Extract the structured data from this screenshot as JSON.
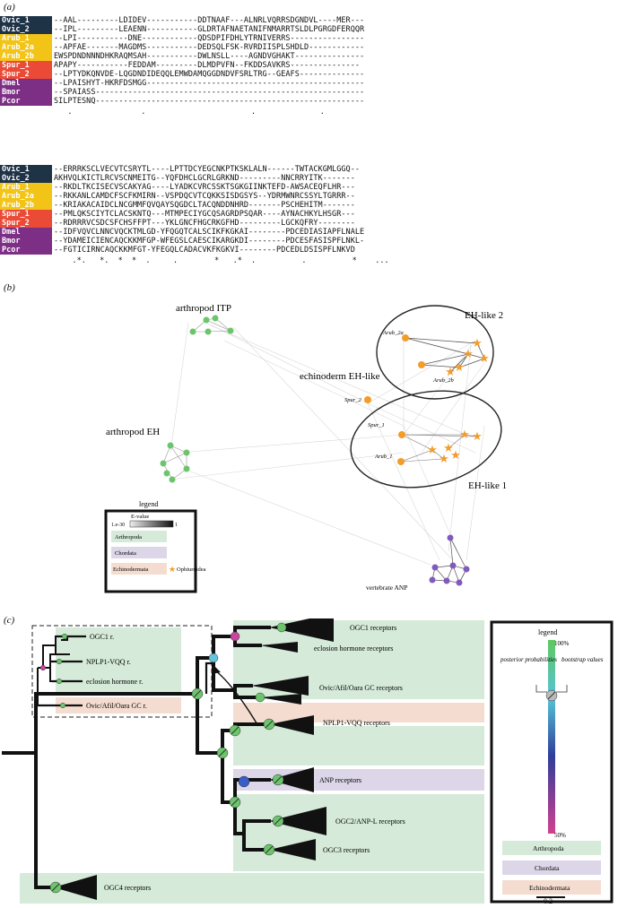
{
  "colors": {
    "darknavy": "#1f3347",
    "yellow": "#f2c417",
    "red": "#ea4a36",
    "purple": "#7d2f86",
    "arthropoda": "#d5ead8",
    "chordata": "#dcd6e8",
    "echinodermata": "#f4ddd0",
    "green_node": "#6cc56c",
    "orange_node": "#f39c2a",
    "violet_node": "#7f5bbf"
  },
  "panel_a": {
    "letter": "(a)",
    "species": [
      {
        "name": "Ovic_1",
        "group": "darknavy"
      },
      {
        "name": "Ovic_2",
        "group": "darknavy"
      },
      {
        "name": "Arub_1",
        "group": "yellow"
      },
      {
        "name": "Arub_2a",
        "group": "yellow"
      },
      {
        "name": "Arub_2b",
        "group": "yellow"
      },
      {
        "name": "Spur_1",
        "group": "red"
      },
      {
        "name": "Spur_2",
        "group": "red"
      },
      {
        "name": "Dmel",
        "group": "purple"
      },
      {
        "name": "Bmor",
        "group": "purple"
      },
      {
        "name": "Pcor",
        "group": "purple"
      }
    ],
    "block1": [
      "--AAL---------LDIDEV-----------DDTNAAF---ALNRLVQRRSDGNDVL----MER---",
      "--IPL---------LEAENN-----------GLDRTAFNAETANIFNMARRTSLDLPGRGDFERQQR",
      "--LPI-----------DNE------------QDSDPIFDHLYTRNIVERRS----------------",
      "--APFAE-------MAGDMS-----------DEDSQLFSK-RVRDIISPLSHDLD------------",
      "EWSPDNDNNNDHKRAQMSAH-----------DWLNSLL----AGNDVGHAKT---------------",
      "APAPY-----------FEDDAM---------DLMDPVFN--FKDDSAVKRS---------------",
      "--LPTYDKQNVDE-LQGDNDIDEQQLEMWDAMQGGDNDVFSRLTRG--GEAFS--------------",
      "--LPAISHYT-HKRFDSMGG-----------------------------------------------",
      "--SPAIASS----------------------------------------------------------",
      "SILPTESNQ----------------------------------------------------------"
    ],
    "cons1": "   .               .                       .              .         ",
    "block2": [
      "--ERRRKSCLVECVTCSRYTL----LPTTDCYEGCNKPTKSKLALN------TWTACKGMLGGQ--",
      "AKHVQLKICTLRCVSCNMEITG--YQFDHCLGCRLGRKND---------NNCRRYITK-------",
      "--RKDLTKCISECVSCAKYAG----LYADKCVRCSSKTSGKGIINKTEFD-AWSACEQFLHR---",
      "--RKKANLCAMDCFSCFKMIRN--VSPDQCVTCQKKSISDGSYS--YDRMWNRCSSYLTGRRR--",
      "--KRIAKACAIDCLNCGMMFQVQAYSQGDCLTACQNDDNHRD-------PSCHEHITM-------",
      "--PMLQKSCIYTCLACSKNTQ---MTMPECIYGCQSAGRDPSQAR----AYNACHKYLHSGR---",
      "--RDRRRVCSDCSFCHSFFPT---YKLGNCFHGCRKGFHD---------LGCKQFRY--------",
      "--IDFVQVCLNNCVQCKTMLGD-YFQGQTCALSCIKFKGKAI--------PDCEDIASIAPFLNALE",
      "--YDAMEICIENCAQCKKMFGP-WFEGSLCAESCIKARGKDI--------PDCESFASISPFLNKL-",
      "--FGTICIRNCAQCKKMFGT-YFEGQLCADACVKFKGKVI--------PDCEDLDSISPFLNKVD"
    ],
    "cons2": "    .*.   *.  *  *  .     .        *   .*  .          .          *    ...  "
  },
  "panel_b": {
    "letter": "(b)",
    "labels": {
      "itp": "arthropod ITP",
      "eh": "arthropod EH",
      "echino": "echinoderm EH-like",
      "eh2": "EH-like 2",
      "eh1": "EH-like 1",
      "anp": "vertebrate ANP",
      "arub2a": "Arub_2a",
      "arub2b": "Arub_2b",
      "spur2": "Spur_2",
      "spur1": "Spur_1",
      "arub1": "Arub_1"
    },
    "legend": {
      "title": "legend",
      "evalue_title": "E-value",
      "ev_low": "1.e-30",
      "ev_high": "1",
      "arthropoda": "Arthropoda",
      "chordata": "Chordata",
      "echinodermata": "Echinodermata",
      "ophiuroidea": "Ophiuroidea"
    }
  },
  "panel_c": {
    "letter": "(c)",
    "clades": {
      "ogc1": "OGC1 receptors",
      "eh": "eclosion hormone receptors",
      "ovic": "Ovic/Afil/Oara GC receptors",
      "nplp": "NPLP1-VQQ receptors",
      "anp": "ANP receptors",
      "ogc2": "OGC2/ANP-L receptors",
      "ogc3": "OGC3 receptors",
      "ogc4": "OGC4 receptors"
    },
    "inset": {
      "ogc1": "OGC1 r.",
      "nplp": "NPLP1-VQQ r.",
      "eh": "eclosion hormone r.",
      "ovic": "Ovic/Afil/Oara GC r."
    },
    "legend": {
      "title": "legend",
      "posterior": "posterior probabilities",
      "bootstrap": "bootstrap values",
      "pct_hi": "100%",
      "pct_lo": "50%",
      "arthropoda": "Arthropoda",
      "chordata": "Chordata",
      "echinodermata": "Echinodermata",
      "scale": "0.2"
    }
  }
}
